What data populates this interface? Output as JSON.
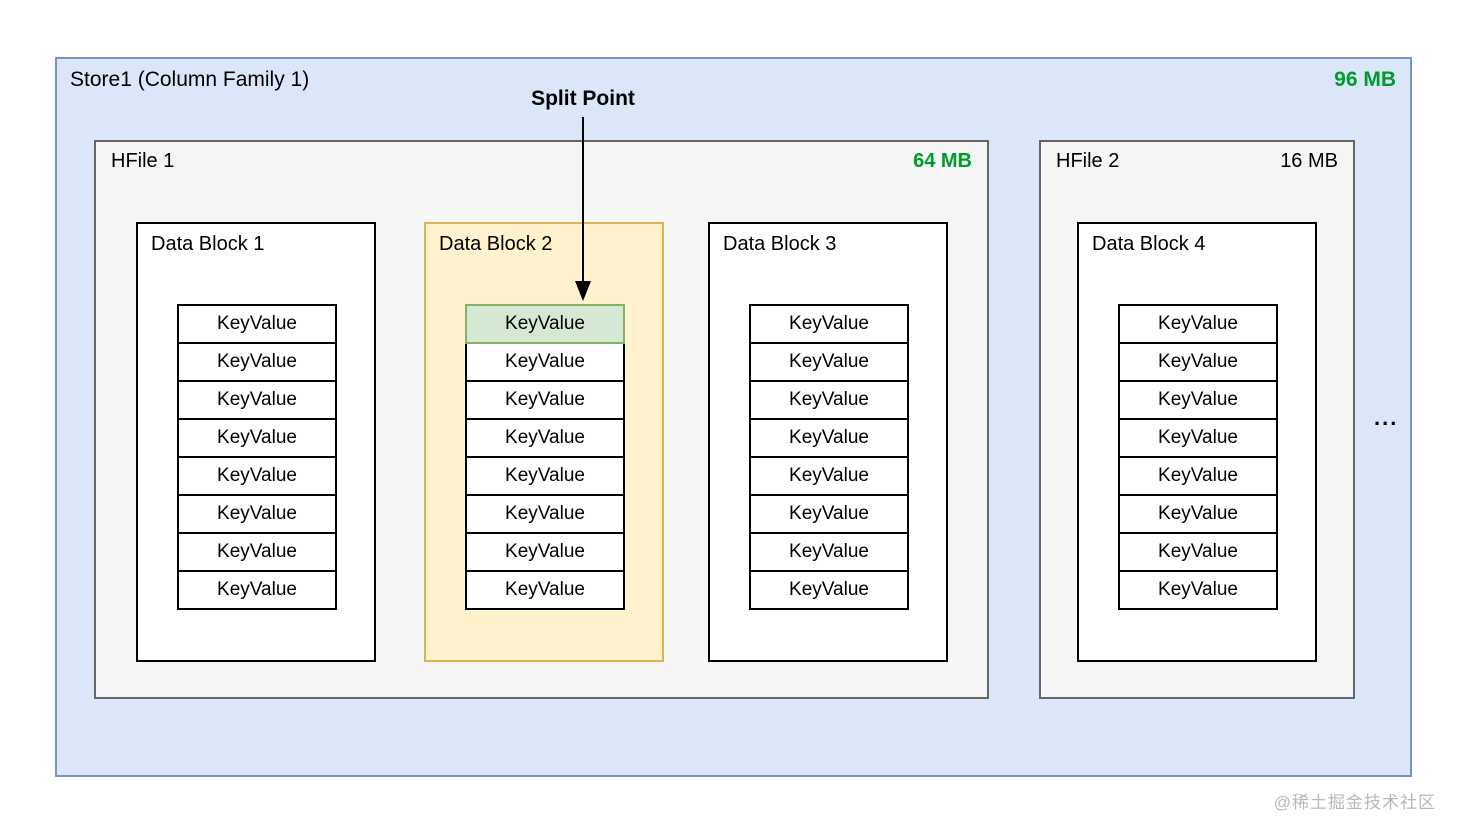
{
  "store": {
    "title": "Store1 (Column Family 1)",
    "size": "96 MB"
  },
  "split_point_label": "Split Point",
  "hfiles": [
    {
      "name": "HFile 1",
      "size": "64 MB",
      "blocks": [
        {
          "label": "Data Block 1"
        },
        {
          "label": "Data Block 2",
          "highlighted": true,
          "first_cell_is_split_point": true
        },
        {
          "label": "Data Block 3"
        }
      ]
    },
    {
      "name": "HFile 2",
      "size": "16 MB",
      "blocks": [
        {
          "label": "Data Block 4"
        }
      ]
    }
  ],
  "keyvalue_label": "KeyValue",
  "keyvalues_per_block": 8,
  "ellipsis": "...",
  "watermark": "@稀土掘金技术社区",
  "colors": {
    "store_fill": "#dbe7f9",
    "store_border": "#7c94bd",
    "hfile_fill": "#f5f5f5",
    "hfile_border": "#666666",
    "highlight_block_fill": "#fff2cc",
    "highlight_block_border": "#d6b656",
    "split_cell_fill": "#d5e8d4",
    "split_cell_border": "#82b366",
    "size_green_text": "#009a2e",
    "watermark_gray": "#b8b8b8"
  }
}
